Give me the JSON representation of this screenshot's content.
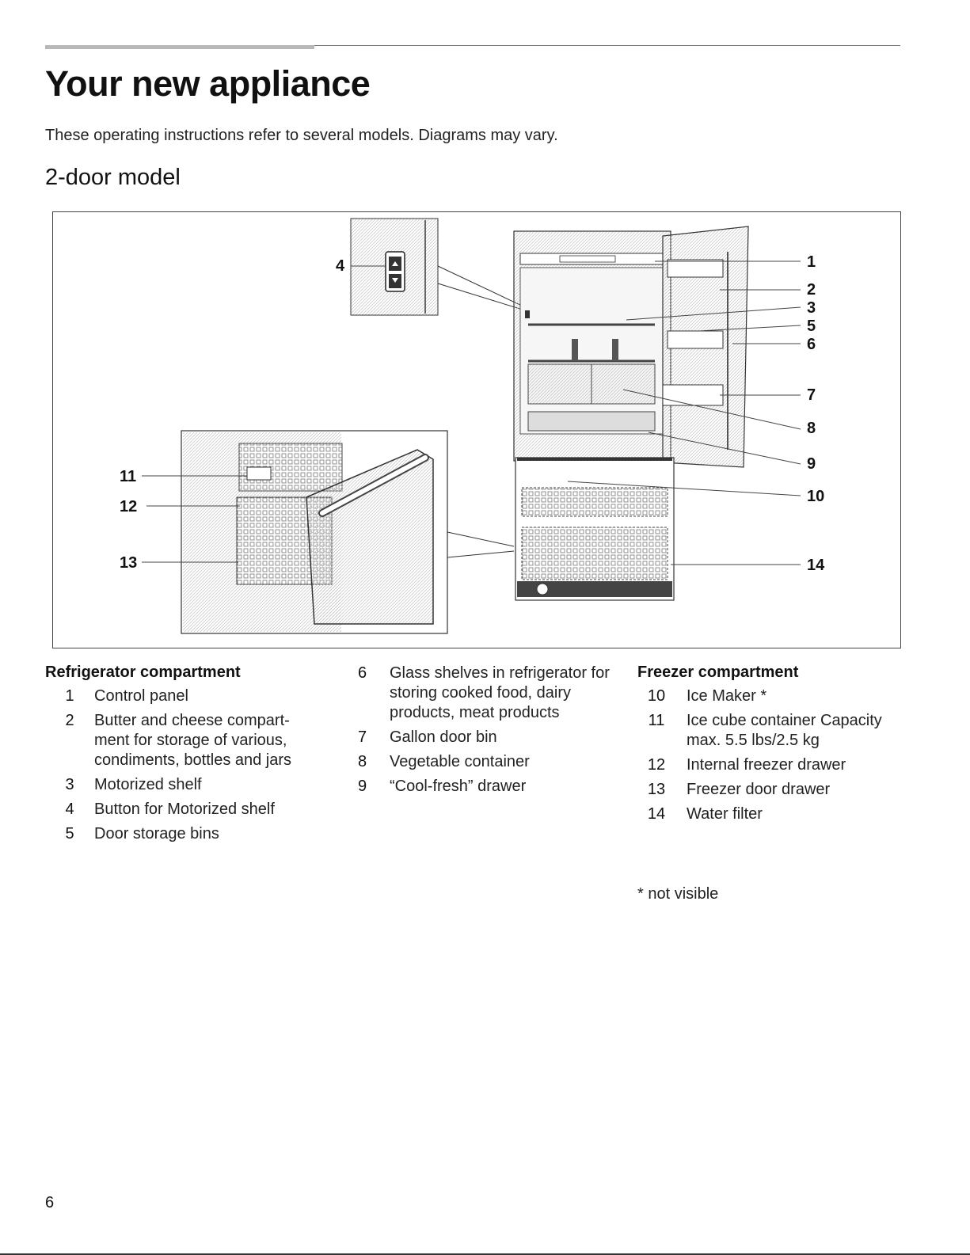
{
  "page": {
    "title": "Your new appliance",
    "intro": "These operating instructions refer to several models. Diagrams may vary.",
    "section_title": "2-door model",
    "page_number": "6",
    "footnote": "* not visible"
  },
  "callouts": [
    "1",
    "2",
    "3",
    "5",
    "6",
    "7",
    "8",
    "9",
    "10",
    "14",
    "4",
    "11",
    "12",
    "13"
  ],
  "refrigerator": {
    "heading": "Refrigerator compartment",
    "items": [
      {
        "num": "1",
        "text": "Control panel"
      },
      {
        "num": "2",
        "text": "Butter and cheese compart-ment for storage of various, condiments, bottles and jars"
      },
      {
        "num": "3",
        "text": "Motorized shelf"
      },
      {
        "num": "4",
        "text": "Button for Motorized shelf"
      },
      {
        "num": "5",
        "text": "Door storage bins"
      }
    ]
  },
  "refrigerator_cont": {
    "items": [
      {
        "num": "6",
        "text": "Glass shelves in refrigerator for storing cooked food, dairy products, meat products"
      },
      {
        "num": "7",
        "text": "Gallon door bin"
      },
      {
        "num": "8",
        "text": "Vegetable container"
      },
      {
        "num": "9",
        "text": "“Cool-fresh” drawer"
      }
    ]
  },
  "freezer": {
    "heading": "Freezer compartment",
    "items": [
      {
        "num": "10",
        "text": "Ice Maker *"
      },
      {
        "num": "11",
        "text": "Ice cube container Capacity max. 5.5 lbs/2.5 kg"
      },
      {
        "num": "12",
        "text": "Internal freezer drawer"
      },
      {
        "num": "13",
        "text": "Freezer door drawer"
      },
      {
        "num": "14",
        "text": "Water filter"
      }
    ]
  }
}
